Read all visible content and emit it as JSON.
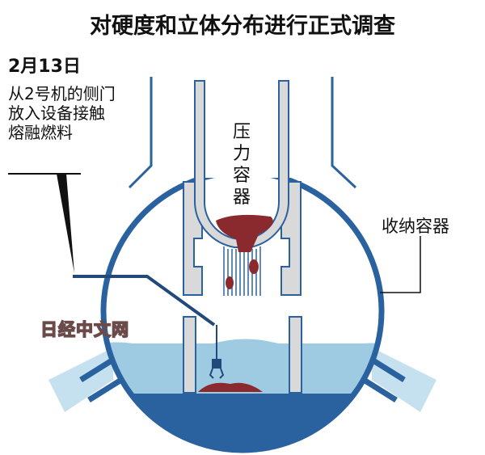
{
  "title": "对硬度和立体分布进行正式调查",
  "date": "2月13日",
  "description": [
    "从2号机的侧门",
    "放入设备接触",
    "熔融燃料"
  ],
  "labels": {
    "pressure_vessel": "压力容器",
    "containment_vessel": "收纳容器"
  },
  "watermark": "日经中文网",
  "colors": {
    "dark_blue": "#2a62a0",
    "water": "#9fcbe2",
    "grey": "#d9d9d9",
    "fuel": "#8b2a2e"
  }
}
